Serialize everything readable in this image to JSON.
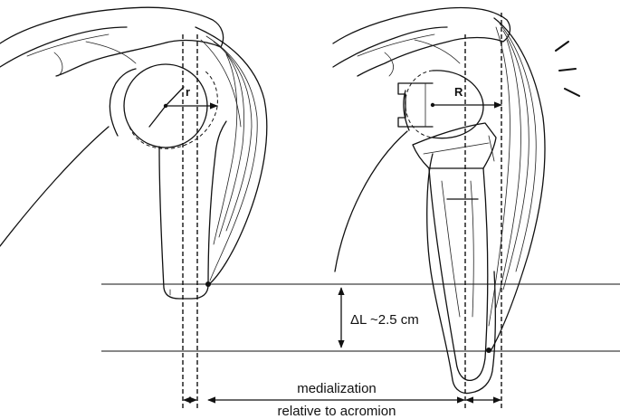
{
  "labels": {
    "r": "r",
    "R": "R",
    "delta_l": "ΔL ~2.5 cm",
    "medialization_line1": "medialization",
    "medialization_line2": "relative to acromion"
  }
}
